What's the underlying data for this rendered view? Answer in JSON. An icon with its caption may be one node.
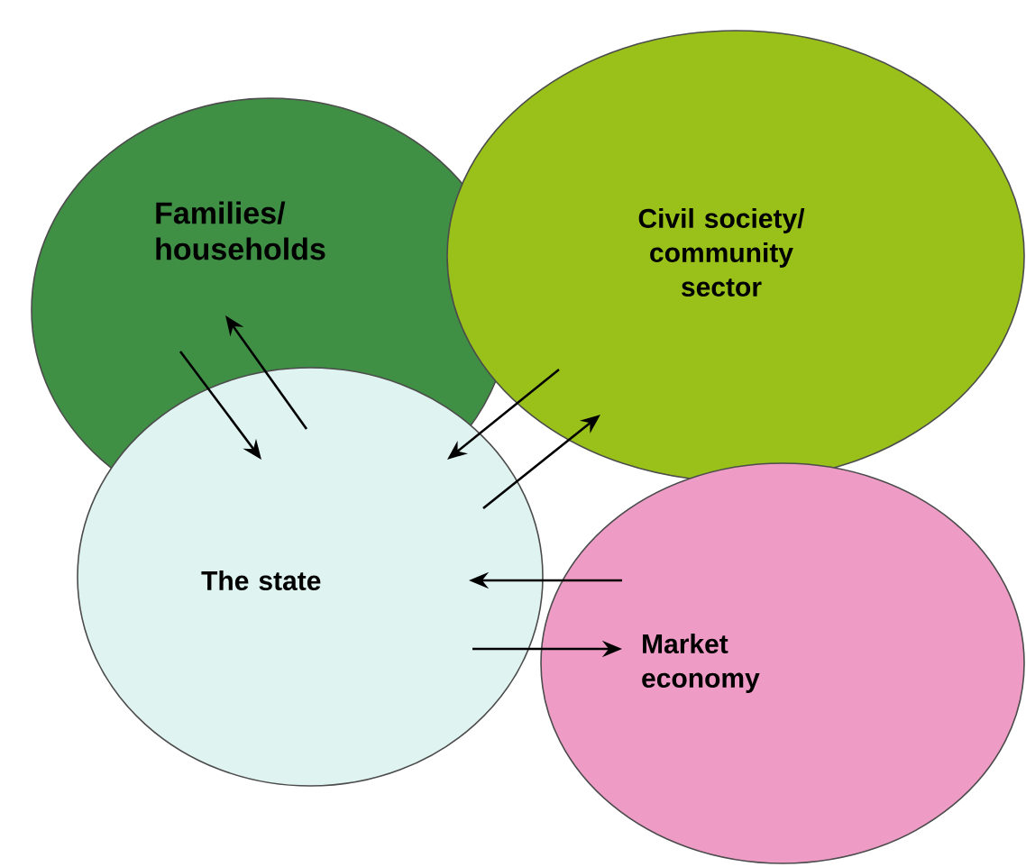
{
  "diagram": {
    "nodes": [
      {
        "text": [
          "Families/ households"
        ]
      },
      {
        "text": [
          "Civil society/ community sector"
        ]
      },
      {
        "text": [
          "The state"
        ]
      },
      {
        "text": [
          "Market economy"
        ]
      }
    ],
    "edges": [
      {
        "from": 0,
        "to": 2,
        "arrow": "to"
      },
      {
        "from": 2,
        "to": 0,
        "arrow": "to"
      },
      {
        "from": 1,
        "to": 2,
        "arrow": "to"
      },
      {
        "from": 2,
        "to": 1,
        "arrow": "to"
      },
      {
        "from": 3,
        "to": 2,
        "arrow": "to"
      },
      {
        "from": 2,
        "to": 3,
        "arrow": "to"
      }
    ]
  }
}
